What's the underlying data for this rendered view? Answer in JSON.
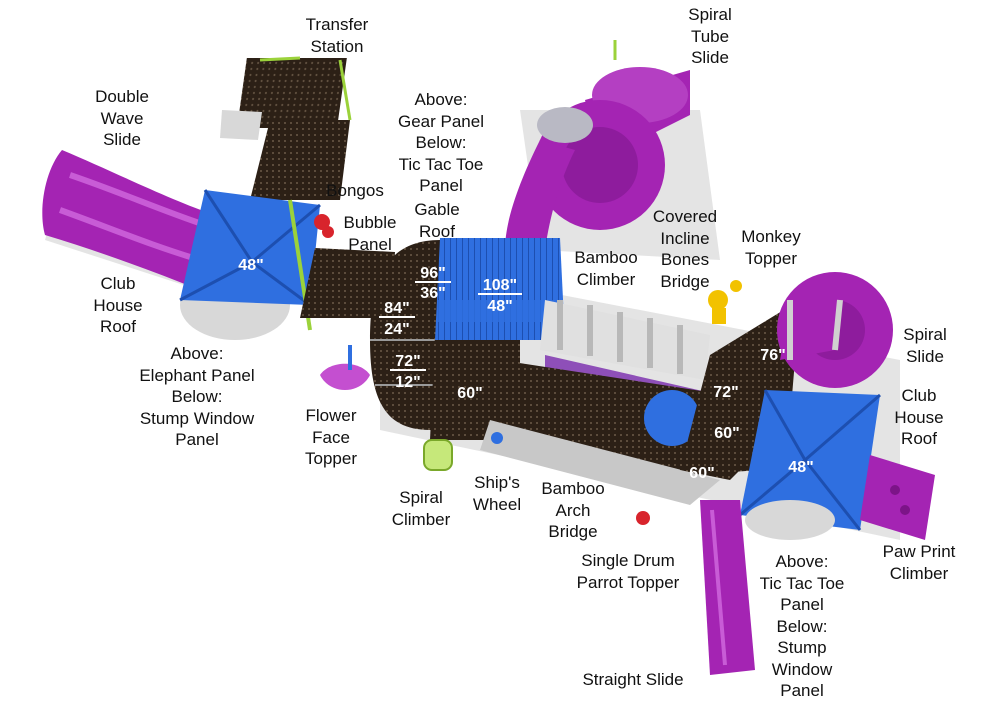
{
  "labels": {
    "transfer_station": [
      "Transfer",
      "Station"
    ],
    "double_wave_slide": [
      "Double",
      "Wave",
      "Slide"
    ],
    "spiral_tube_slide": [
      "Spiral",
      "Tube",
      "Slide"
    ],
    "gear_tictactoe_panel": [
      "Above:",
      "Gear Panel",
      "Below:",
      "Tic Tac Toe",
      "Panel"
    ],
    "bongos": [
      "Bongos"
    ],
    "bubble_panel": [
      "Bubble",
      "Panel"
    ],
    "gable_roof": [
      "Gable",
      "Roof"
    ],
    "covered_incline_bones_bridge": [
      "Covered",
      "Incline",
      "Bones",
      "Bridge"
    ],
    "monkey_topper": [
      "Monkey",
      "Topper"
    ],
    "bamboo_climber": [
      "Bamboo",
      "Climber"
    ],
    "club_house_roof_left": [
      "Club",
      "House",
      "Roof"
    ],
    "elephant_stump_panel": [
      "Above:",
      "Elephant Panel",
      "Below:",
      "Stump Window",
      "Panel"
    ],
    "spiral_slide": [
      "Spiral",
      "Slide"
    ],
    "club_house_roof_right": [
      "Club",
      "House",
      "Roof"
    ],
    "flower_face_topper": [
      "Flower",
      "Face",
      "Topper"
    ],
    "spiral_climber": [
      "Spiral",
      "Climber"
    ],
    "ships_wheel": [
      "Ship's",
      "Wheel"
    ],
    "bamboo_arch_bridge": [
      "Bamboo",
      "Arch",
      "Bridge"
    ],
    "single_drum_parrot_topper": [
      "Single Drum",
      "Parrot Topper"
    ],
    "paw_print_climber": [
      "Paw Print",
      "Climber"
    ],
    "tictactoe_stump_panel": [
      "Above:",
      "Tic Tac Toe",
      "Panel",
      "Below:",
      "Stump",
      "Window",
      "Panel"
    ],
    "straight_slide": [
      "Straight Slide"
    ]
  },
  "dimensions": {
    "left_roof": "48\"",
    "right_roof": "48\"",
    "gable_top": "108\"",
    "gable_bottom": "48\"",
    "deck_96": "96\"",
    "deck_36": "36\"",
    "deck_84": "84\"",
    "deck_24": "24\"",
    "deck_72_left": "72\"",
    "deck_12": "12\"",
    "deck_60_center": "60\"",
    "deck_76": "76\"",
    "deck_72_right": "72\"",
    "deck_60_right_upper": "60\"",
    "deck_60_right_lower": "60\""
  },
  "colors": {
    "slide_purple": "#a424b3",
    "roof_blue": "#2f6fe0",
    "deck_brown": "#2c2016",
    "post_green": "#9bd23a",
    "accent_yellow": "#f2c200",
    "accent_red": "#d8242c"
  }
}
